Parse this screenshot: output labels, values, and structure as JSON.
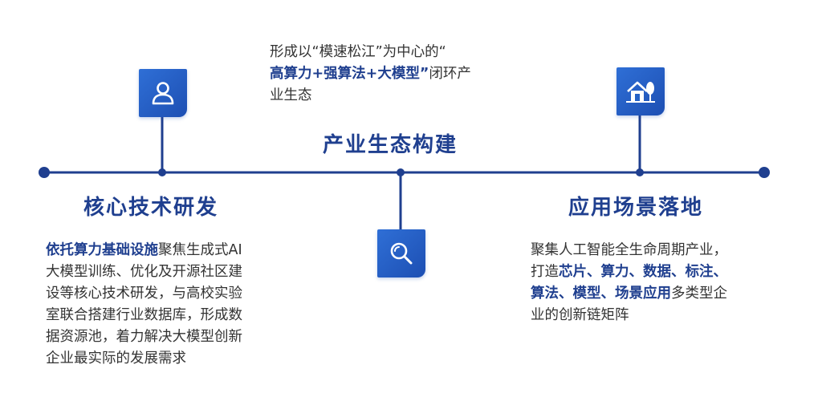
{
  "colors": {
    "accent": "#1f3f8f",
    "line": "#1f3f8f",
    "icon_gradient_start": "#2f6fd6",
    "icon_gradient_end": "#1d4fb3",
    "body_text": "#333333"
  },
  "center": {
    "title": "产业生态构建",
    "desc_line1": "形成以“模速松江”为中心的“",
    "desc_line2_highlight": "高算力+强算法+大模型”",
    "desc_line2_rest": "闭环产",
    "desc_line3": "业生态",
    "icon": "search-icon"
  },
  "left": {
    "title": "核心技术研发",
    "icon": "user-icon",
    "line1_highlight": "依托算力基础设施",
    "line1_rest": "聚焦生成式AI",
    "line2": "大模型训练、优化及开源社区建",
    "line3": "设等核心技术研发，与高校实验",
    "line4": "室联合搭建行业数据库，形成数",
    "line5": "据资源池，着力解决大模型创新",
    "line6": "企业最实际的发展需求"
  },
  "right": {
    "title": "应用场景落地",
    "icon": "house-tree-icon",
    "line1": "聚集人工智能全生命周期产业，",
    "line2_prefix": "打造",
    "line2_highlight": "芯片、算力、数据、标注、",
    "line3_highlight": "算法、模型、场景应用",
    "line3_rest": "多类型企",
    "line4": "业的创新链矩阵"
  }
}
